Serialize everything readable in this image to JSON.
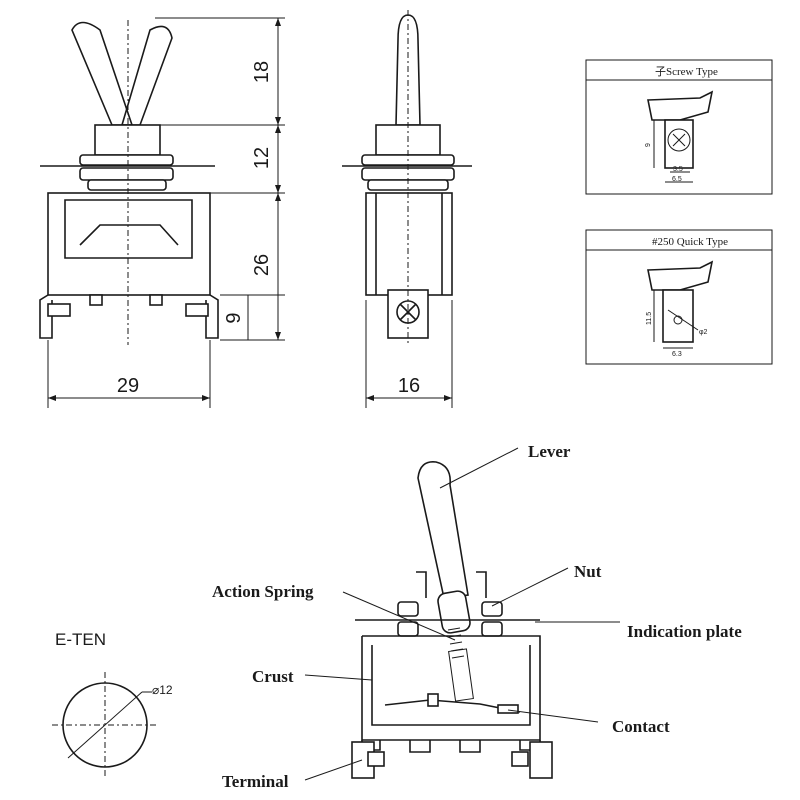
{
  "dimensions": {
    "lever_height": "18",
    "bushing_height": "12",
    "body_height": "26",
    "terminal_height": "9",
    "body_width": "29",
    "body_depth": "16"
  },
  "screw_type": {
    "title": "子Screw Type",
    "dim_height": "9",
    "dim_inner": "3.5",
    "dim_outer": "6.5"
  },
  "quick_type": {
    "title": "#250 Quick Type",
    "dim_height": "11.5",
    "dim_hole": "φ2",
    "dim_width": "6.3"
  },
  "cutout": {
    "model": "E-TEN",
    "diameter": "⌀12"
  },
  "parts": {
    "lever": "Lever",
    "nut": "Nut",
    "indication_plate": "Indication plate",
    "action_spring": "Action Spring",
    "crust": "Crust",
    "contact": "Contact",
    "terminal": "Terminal"
  }
}
